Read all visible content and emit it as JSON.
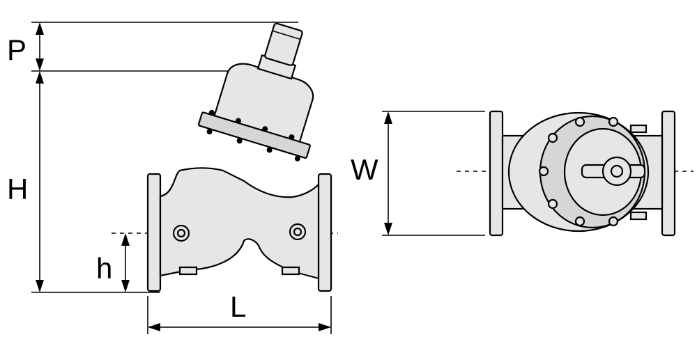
{
  "labels": {
    "p": "P",
    "h_total": "H",
    "h_axis": "h",
    "length": "L",
    "width": "W"
  },
  "colors": {
    "line": "#000000",
    "body_fill": "#e6e6e6",
    "background": "#ffffff"
  }
}
